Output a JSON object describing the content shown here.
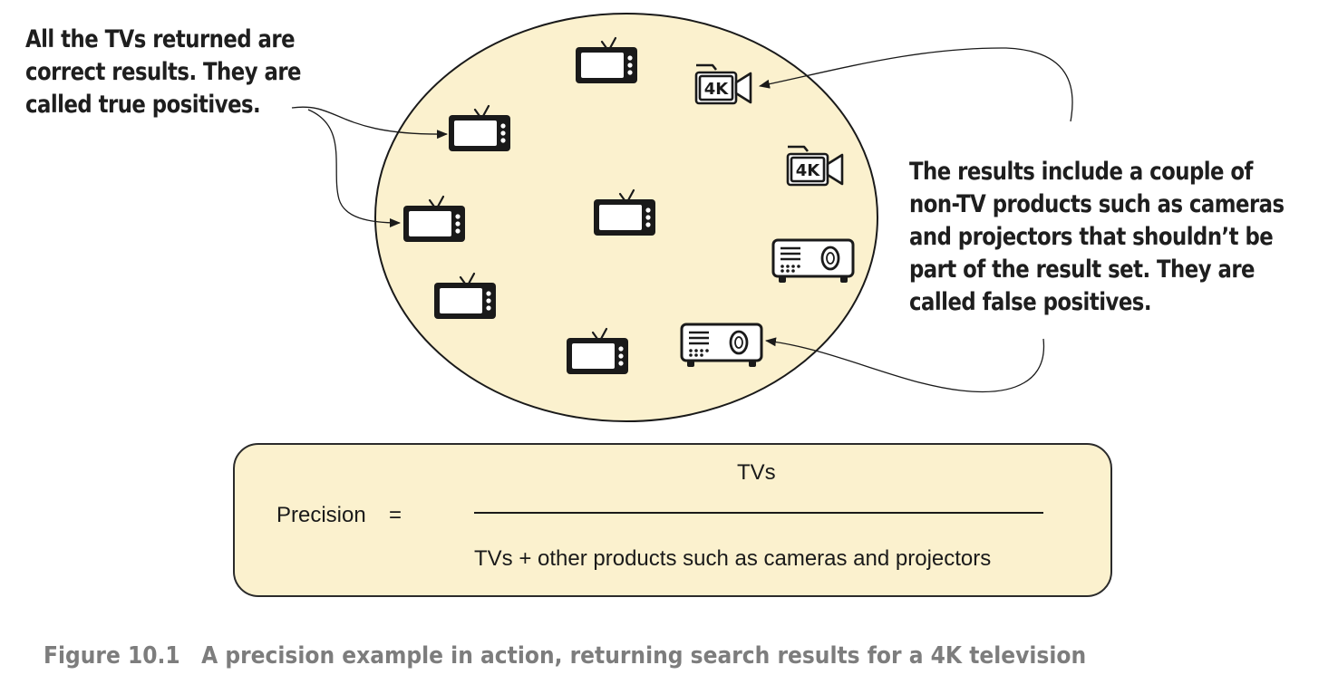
{
  "annotations": {
    "true_positives": [
      "All the TVs returned are",
      "correct results. They are",
      "called true positives."
    ],
    "false_positives": [
      "The results include a couple of",
      "non-TV products such as cameras",
      "and projectors that shouldn’t be",
      "part of the result set. They are",
      "called false positives."
    ]
  },
  "camera_badge": "4K",
  "formula": {
    "label": "Precision",
    "equals": "=",
    "numerator": "TVs",
    "denominator": "TVs + other products such as cameras and projectors"
  },
  "caption": {
    "number": "Figure 10.1",
    "text": "A precision example in action, returning search results for a 4K television"
  },
  "colors": {
    "result_set_fill": "#fbf1ce",
    "outline": "#1a1a1a",
    "caption_gray": "#7d7d7d"
  },
  "icons": [
    "tv-icon",
    "camera-icon",
    "projector-icon"
  ]
}
